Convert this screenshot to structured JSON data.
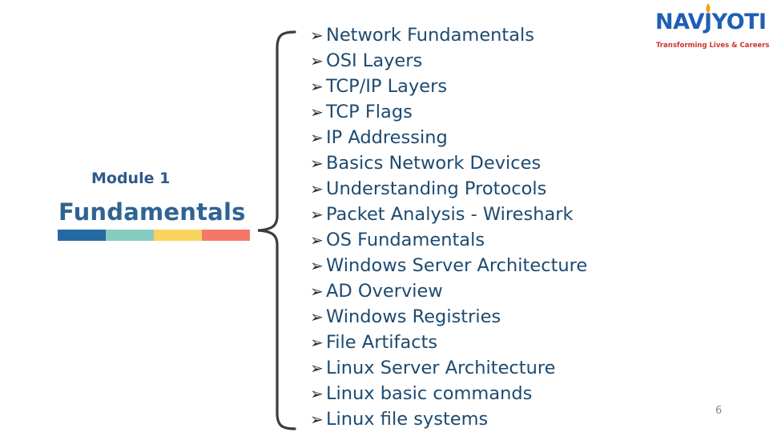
{
  "logo": {
    "brand": "NAVJYOTI",
    "tagline": "Transforming Lives & Careers",
    "icon": "flame-globe-icon"
  },
  "module": {
    "subtitle": "Module 1",
    "title": "Fundamentals",
    "color_bar": [
      "#2569a2",
      "#86cbc2",
      "#f8d35e",
      "#f4786a"
    ],
    "title_color": "#2f6393"
  },
  "topics": [
    "Network Fundamentals",
    "OSI Layers",
    "TCP/IP Layers",
    "TCP Flags",
    "IP Addressing",
    "Basics Network Devices",
    "Understanding Protocols",
    "Packet Analysis - Wireshark",
    "OS Fundamentals",
    "Windows Server Architecture",
    "AD Overview",
    "Windows Registries",
    "File Artifacts",
    "Linux Server Architecture",
    "Linux basic commands",
    "Linux file systems"
  ],
  "bullet_icon": "arrowhead-bullet-icon",
  "page_number": "6"
}
